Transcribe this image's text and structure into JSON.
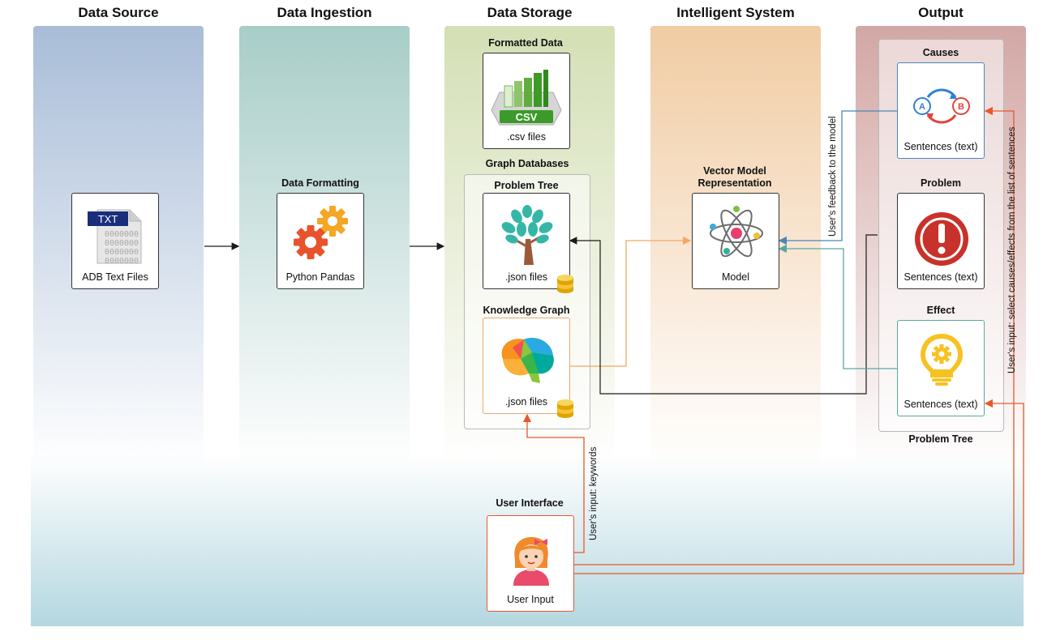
{
  "columns": {
    "data_source": "Data Source",
    "data_ingestion": "Data Ingestion",
    "data_storage": "Data Storage",
    "intelligent_system": "Intelligent System",
    "output": "Output"
  },
  "colors": {
    "data_source_band": "#a9bdd8",
    "data_ingestion_band": "#a8cdc8",
    "data_storage_band": "#d4dfb5",
    "intelligent_system_band": "#f1cca4",
    "output_band": "#d2a7a4",
    "bottom_band": "#b4d7e0",
    "arrow_black": "#1a1a1a",
    "arrow_orange": "#f4a863",
    "arrow_blue": "#4a86b8",
    "arrow_teal": "#5aa8a0",
    "arrow_red": "#e8582c"
  },
  "nodes": {
    "adb_text": {
      "icon_tag": "TXT",
      "icon_digits": [
        "0000000",
        "0000000",
        "0000000",
        "0000000"
      ],
      "label": "ADB Text Files"
    },
    "data_formatting": {
      "title": "Data Formatting",
      "label": "Python Pandas"
    },
    "formatted_data": {
      "title": "Formatted Data",
      "icon_text": "CSV",
      "label": ".csv files"
    },
    "graph_databases": {
      "title": "Graph Databases"
    },
    "problem_tree_db": {
      "title": "Problem Tree",
      "label": ".json files"
    },
    "knowledge_graph": {
      "title": "Knowledge Graph",
      "label": ".json files"
    },
    "vector_model": {
      "title_line1": "Vector Model",
      "title_line2": "Representation",
      "label": "Model"
    },
    "causes": {
      "title": "Causes",
      "icon_a": "A",
      "icon_b": "B",
      "label": "Sentences (text)"
    },
    "problem": {
      "title": "Problem",
      "label": "Sentences (text)"
    },
    "effect": {
      "title": "Effect",
      "label": "Sentences (text)"
    },
    "problem_tree_output": {
      "label": "Problem Tree"
    },
    "user_interface": {
      "title": "User Interface",
      "label": "User Input"
    }
  },
  "edges": {
    "feedback": "User's feedback to the model",
    "keywords": "User's input: keywords",
    "select": "User's input: select causes/effects from the list of sentences"
  },
  "icons": {
    "txt": "txt-file-icon",
    "gears": "gears-icon",
    "csv": "csv-chart-icon",
    "tree": "tree-icon",
    "brain": "brain-icon",
    "atom": "atom-icon",
    "cycle": "ab-cycle-icon",
    "alert": "alert-icon",
    "bulb": "lightbulb-icon",
    "db": "database-icon",
    "user": "girl-avatar-icon"
  }
}
